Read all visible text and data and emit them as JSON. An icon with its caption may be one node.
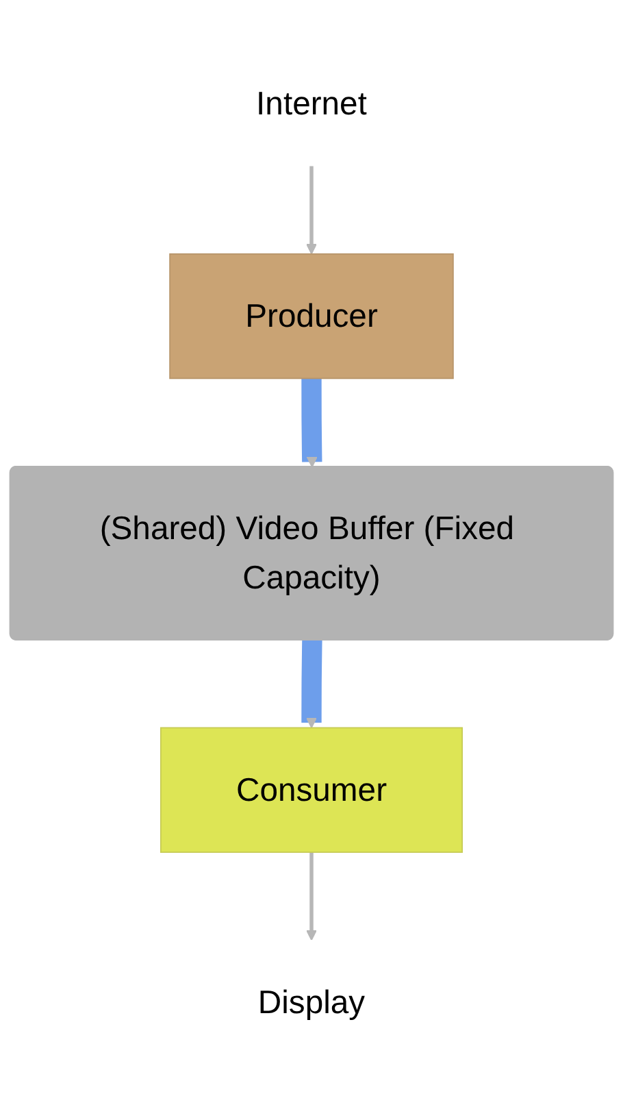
{
  "diagram": {
    "nodes": [
      {
        "text": [
          "Internet"
        ]
      },
      {
        "text": [
          "Producer"
        ]
      },
      {
        "text": [
          "(Shared) Video Buffer (Fixed Capacity)"
        ]
      },
      {
        "text": [
          "Consumer"
        ]
      },
      {
        "text": [
          "Display"
        ]
      }
    ],
    "edges": [
      {
        "from": 0,
        "to": 1,
        "arrow": "to"
      },
      {
        "from": 1,
        "to": 2,
        "arrow": "to",
        "style": "thick",
        "color": "#6d9eeb"
      },
      {
        "from": 2,
        "to": 3,
        "arrow": "to",
        "style": "thick",
        "color": "#6d9eeb"
      },
      {
        "from": 3,
        "to": 4,
        "arrow": "to"
      }
    ]
  }
}
